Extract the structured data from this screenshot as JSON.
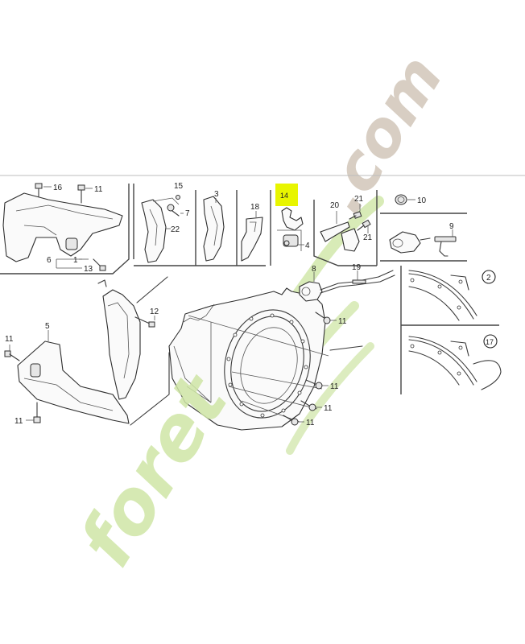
{
  "diagram": {
    "type": "exploded parts diagram",
    "subject": "Engine fan cover / shroud assembly",
    "highlight_color": "#e8f500",
    "highlighted_callout": "14",
    "callouts": [
      {
        "id": "c16",
        "label": "16"
      },
      {
        "id": "c11a",
        "label": "11"
      },
      {
        "id": "c6",
        "label": "6"
      },
      {
        "id": "c1",
        "label": "1"
      },
      {
        "id": "c13",
        "label": "13"
      },
      {
        "id": "c15",
        "label": "15"
      },
      {
        "id": "c7",
        "label": "7"
      },
      {
        "id": "c22",
        "label": "22"
      },
      {
        "id": "c3",
        "label": "3"
      },
      {
        "id": "c18",
        "label": "18"
      },
      {
        "id": "c14",
        "label": "14"
      },
      {
        "id": "c4",
        "label": "4"
      },
      {
        "id": "c20",
        "label": "20"
      },
      {
        "id": "c21a",
        "label": "21"
      },
      {
        "id": "c21b",
        "label": "21"
      },
      {
        "id": "c10",
        "label": "10"
      },
      {
        "id": "c9",
        "label": "9"
      },
      {
        "id": "c8",
        "label": "8"
      },
      {
        "id": "c19",
        "label": "19"
      },
      {
        "id": "c11b",
        "label": "11"
      },
      {
        "id": "c12",
        "label": "12"
      },
      {
        "id": "c5",
        "label": "5"
      },
      {
        "id": "c11c",
        "label": "11"
      },
      {
        "id": "c11d",
        "label": "11"
      },
      {
        "id": "c11e",
        "label": "11"
      },
      {
        "id": "c11f",
        "label": "11"
      },
      {
        "id": "c11g",
        "label": "11"
      }
    ],
    "variants": [
      {
        "id": "v2",
        "label": "2"
      },
      {
        "id": "v17",
        "label": "17"
      }
    ]
  },
  "watermark": {
    "left_text": "foret",
    "right_text": ".com",
    "colors": {
      "green": "#cfe6a6",
      "orange": "#f6c98e",
      "beige": "#d6ccc0"
    }
  }
}
